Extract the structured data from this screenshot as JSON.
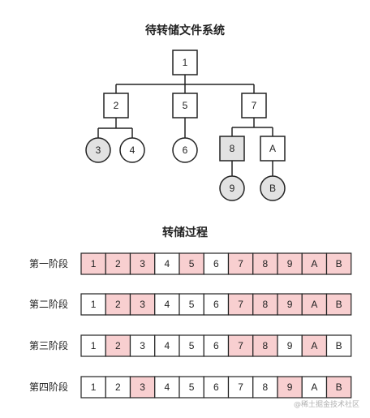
{
  "tree": {
    "title": "待转储文件系统",
    "nodes": [
      {
        "id": "1",
        "label": "1",
        "shape": "square",
        "fill": "#ffffff"
      },
      {
        "id": "2",
        "label": "2",
        "shape": "square",
        "fill": "#ffffff"
      },
      {
        "id": "5",
        "label": "5",
        "shape": "square",
        "fill": "#ffffff"
      },
      {
        "id": "7",
        "label": "7",
        "shape": "square",
        "fill": "#ffffff"
      },
      {
        "id": "3",
        "label": "3",
        "shape": "circle",
        "fill": "#e2e2e2"
      },
      {
        "id": "4",
        "label": "4",
        "shape": "circle",
        "fill": "#ffffff"
      },
      {
        "id": "6",
        "label": "6",
        "shape": "circle",
        "fill": "#ffffff"
      },
      {
        "id": "8",
        "label": "8",
        "shape": "square",
        "fill": "#e2e2e2"
      },
      {
        "id": "A",
        "label": "A",
        "shape": "square",
        "fill": "#ffffff"
      },
      {
        "id": "9",
        "label": "9",
        "shape": "circle",
        "fill": "#e2e2e2"
      },
      {
        "id": "B",
        "label": "B",
        "shape": "circle",
        "fill": "#e2e2e2"
      }
    ],
    "edges": [
      {
        "from": "1",
        "to": [
          "2",
          "5",
          "7"
        ]
      },
      {
        "from": "2",
        "to": [
          "3",
          "4"
        ]
      },
      {
        "from": "5",
        "to": [
          "6"
        ]
      },
      {
        "from": "7",
        "to": [
          "8",
          "A"
        ]
      },
      {
        "from": "8",
        "to": [
          "9"
        ]
      },
      {
        "from": "A",
        "to": [
          "B"
        ]
      }
    ]
  },
  "dump": {
    "title": "转储过程",
    "cells": [
      "1",
      "2",
      "3",
      "4",
      "5",
      "6",
      "7",
      "8",
      "9",
      "A",
      "B"
    ],
    "highlight_color": "#f8cfd0",
    "stages": [
      {
        "label": "第一阶段",
        "marked": [
          true,
          true,
          true,
          false,
          true,
          false,
          true,
          true,
          true,
          true,
          true
        ]
      },
      {
        "label": "第二阶段",
        "marked": [
          false,
          true,
          true,
          false,
          false,
          false,
          true,
          true,
          true,
          true,
          true
        ]
      },
      {
        "label": "第三阶段",
        "marked": [
          false,
          true,
          false,
          false,
          false,
          false,
          true,
          true,
          false,
          true,
          false
        ]
      },
      {
        "label": "第四阶段",
        "marked": [
          false,
          false,
          true,
          false,
          false,
          false,
          false,
          false,
          true,
          false,
          true
        ]
      }
    ]
  },
  "watermark": "@稀土掘金技术社区"
}
